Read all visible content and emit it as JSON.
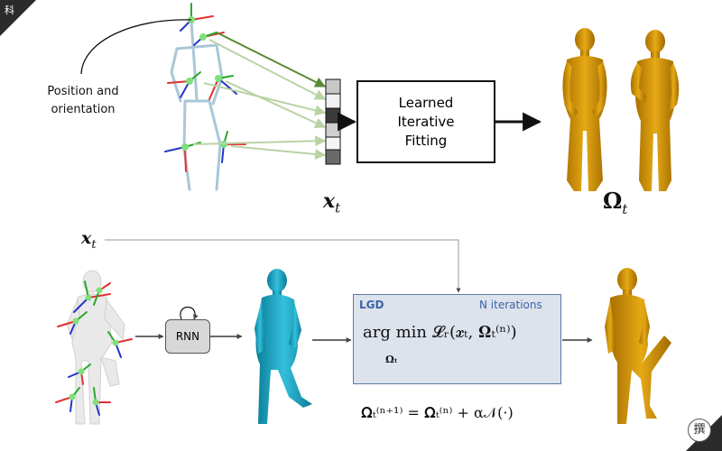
{
  "top": {
    "input_label": "Position and\norientation",
    "input_label_lines": [
      "Position and",
      "orientation"
    ],
    "fitting_box_lines": [
      "Learned",
      "Iterative",
      "Fitting"
    ],
    "x_symbol": "x",
    "x_subscript": "t",
    "omega_symbol": "Ω",
    "omega_subscript": "t"
  },
  "bottom": {
    "x_symbol": "x",
    "x_subscript": "t",
    "rnn_label": "RNN",
    "lgd_title": "LGD",
    "iterations_label": "N iterations",
    "objective_formula": "arg min 𝓛ᵣ(𝒙ₜ, 𝛀ₜ⁽ⁿ⁾)",
    "objective_subscript": "𝛀ₜ",
    "update_formula": "𝛀ₜ⁽ⁿ⁺¹⁾ = 𝛀ₜ⁽ⁿ⁾ + α𝒩(·)"
  },
  "corner": {
    "top_left_glyph": "科",
    "bottom_right_glyph": "撰"
  },
  "colors": {
    "body_gold": "#d4980a",
    "body_cyan": "#1aa6c4",
    "body_gray": "#e9e9e9",
    "skeleton_blue": "#a9c7d8",
    "joint_green": "#7fe07a",
    "axis_red": "#e23030",
    "axis_green": "#2aa82a",
    "axis_blue": "#2636c8",
    "arrow_green": "#5a8a35",
    "lgd_accent": "#3a62a8",
    "lgd_fill": "#dde3ec"
  }
}
